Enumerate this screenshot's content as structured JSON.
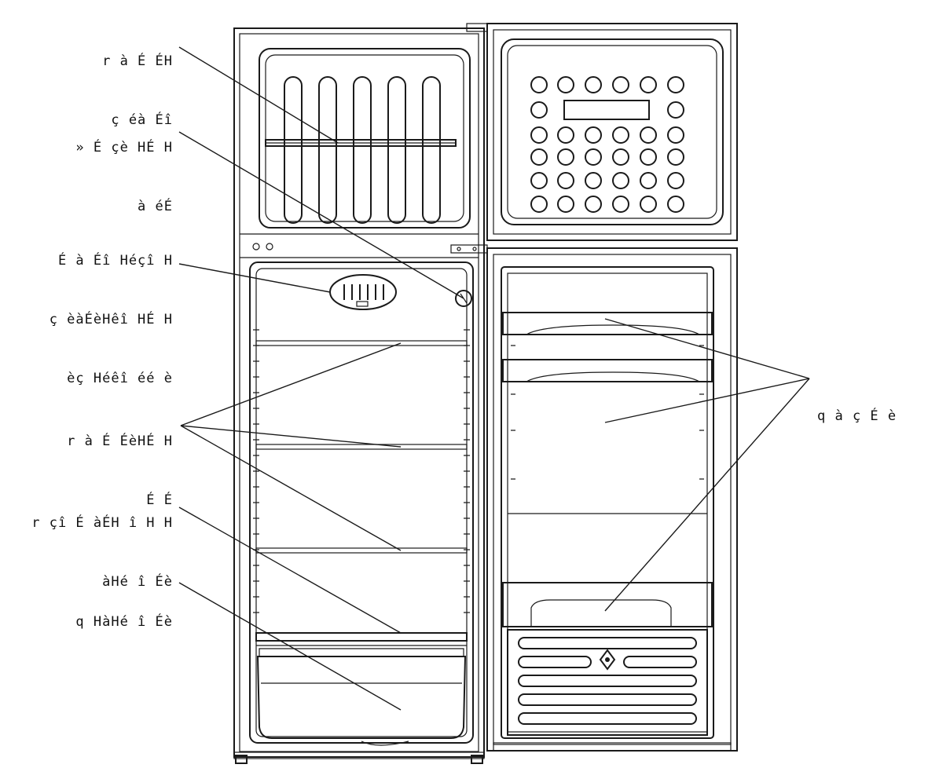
{
  "callouts": {
    "freezer_shelf": [
      "r à É ÉH",
      "ç éà Éî"
    ],
    "lamp": [
      "» É çè HÉ H",
      "à éÉ"
    ],
    "thermostat": [
      "É à Éî Héçî H",
      "ç èàÉèHêî HÉ H",
      "èç Héêî éé è"
    ],
    "glass_shelves": [
      "r à É ÉèHÉ H",
      "É É"
    ],
    "crisper_cover": [
      "r çî É àÉH î H H",
      "àHé î Éè"
    ],
    "crisper": [
      "q HàHé î Éè"
    ],
    "door_shelves": [
      "q à ç É è"
    ]
  },
  "colors": {
    "line": "#1a1a1a",
    "background": "#ffffff"
  }
}
